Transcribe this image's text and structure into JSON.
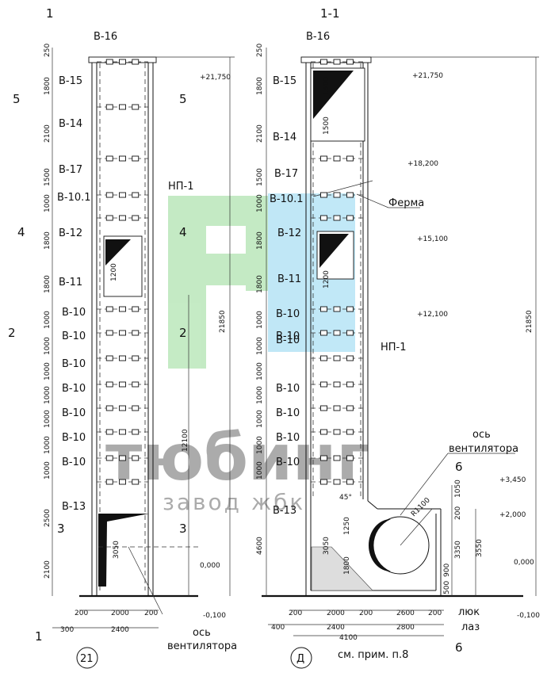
{
  "sections": {
    "left_cut_label": "1",
    "right_title": "1-1",
    "cut5": "5",
    "cut4": "4",
    "cut2": "2",
    "cut3": "3",
    "cut6": "6",
    "axis_left": "21",
    "axis_right": "Д"
  },
  "levels": {
    "top": "+21,750",
    "l18": "+18,200",
    "l15": "+15,100",
    "l12": "+12,100",
    "zero_left": "0,000",
    "minus_left": "-0,100",
    "zero_right": "0,000",
    "minus_right": "-0,100",
    "l345": "+3,450",
    "l200": "+2,000"
  },
  "labels": {
    "b16": "В-16",
    "b15": "В-15",
    "b14": "В-14",
    "b17": "В-17",
    "b101": "В-10.1",
    "b12": "В-12",
    "b11": "В-11",
    "b10": "В-10",
    "b13": "В-13",
    "np1": "НП-1",
    "ferma": "Ферма",
    "os": "ось",
    "ventilator": "вентилятора",
    "luk": "люк",
    "laz": "лаз",
    "note": "см. прим. п.8"
  },
  "left_heights": [
    "250",
    "1800",
    "2100",
    "1500",
    "1000",
    "1800",
    "1800",
    "1000",
    "1000",
    "1000",
    "1000",
    "1000",
    "1000",
    "1000",
    "2500",
    "2100"
  ],
  "right_heights": [
    "250",
    "1800",
    "2100",
    "1500",
    "1000",
    "1800",
    "1800",
    "1000",
    "1000",
    "1000",
    "1000",
    "1000",
    "1000",
    "1000",
    "4600"
  ],
  "dims": {
    "total": "21850",
    "h12100": "12100",
    "h3050": "3050",
    "h1200": "1200",
    "h1500a": "1500",
    "h1500b": "1500",
    "w200": "200",
    "w2000": "2000",
    "w300": "300",
    "w2400": "2400",
    "w400": "400",
    "w2600": "2600",
    "w2800": "2800",
    "w4100": "4100",
    "r1100": "R1100",
    "ang45": "45°",
    "h1250": "1250",
    "h1800": "1800",
    "h1050": "1050",
    "h200": "200",
    "h3350": "3350",
    "h3550": "3550",
    "h900": "900",
    "h500": "500",
    "h3050r": "3050"
  },
  "watermark": {
    "brand": "тюбинг",
    "sub": "завод жбк",
    "green": "#4cc04a",
    "blue": "#3fb6e6"
  }
}
